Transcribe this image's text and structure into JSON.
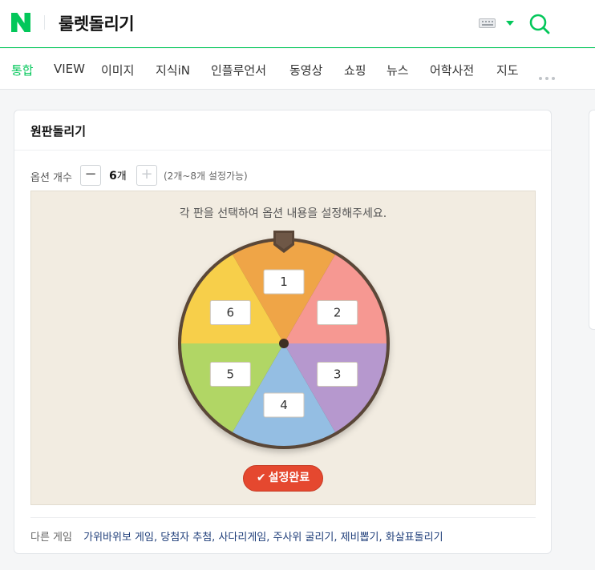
{
  "header": {
    "logo_text": "N",
    "query": "룰렛돌리기",
    "colors": {
      "brand": "#03c75a"
    },
    "icons": [
      "keyboard-icon",
      "dropdown-caret-icon",
      "search-icon"
    ]
  },
  "tabs": [
    {
      "label": "통합",
      "active": true
    },
    {
      "label": "VIEW"
    },
    {
      "label": "이미지"
    },
    {
      "label": "지식iN"
    },
    {
      "label": "인플루언서"
    },
    {
      "label": "동영상"
    },
    {
      "label": "쇼핑"
    },
    {
      "label": "뉴스"
    },
    {
      "label": "어학사전"
    },
    {
      "label": "지도"
    }
  ],
  "card": {
    "title": "원판돌리기",
    "option_label": "옵션 개수",
    "minus": "−",
    "plus": "+",
    "count": "6",
    "count_unit": "개",
    "range_note": "(2개~8개 설정가능)",
    "instruction": "각 판을 선택하여 옵션 내용을 설정해주세요.",
    "segments": [
      {
        "value": "1",
        "color": "#efa547"
      },
      {
        "value": "2",
        "color": "#f69892"
      },
      {
        "value": "3",
        "color": "#b698ce"
      },
      {
        "value": "4",
        "color": "#94bee3"
      },
      {
        "value": "5",
        "color": "#b1d665"
      },
      {
        "value": "6",
        "color": "#f7cf4a"
      }
    ],
    "done_button": "설정완료",
    "footer_label": "다른 게임",
    "footer_links": "가위바위보 게임, 당첨자 추첨, 사다리게임, 주사위 굴리기, 제비뽑기, 화살표돌리기"
  }
}
